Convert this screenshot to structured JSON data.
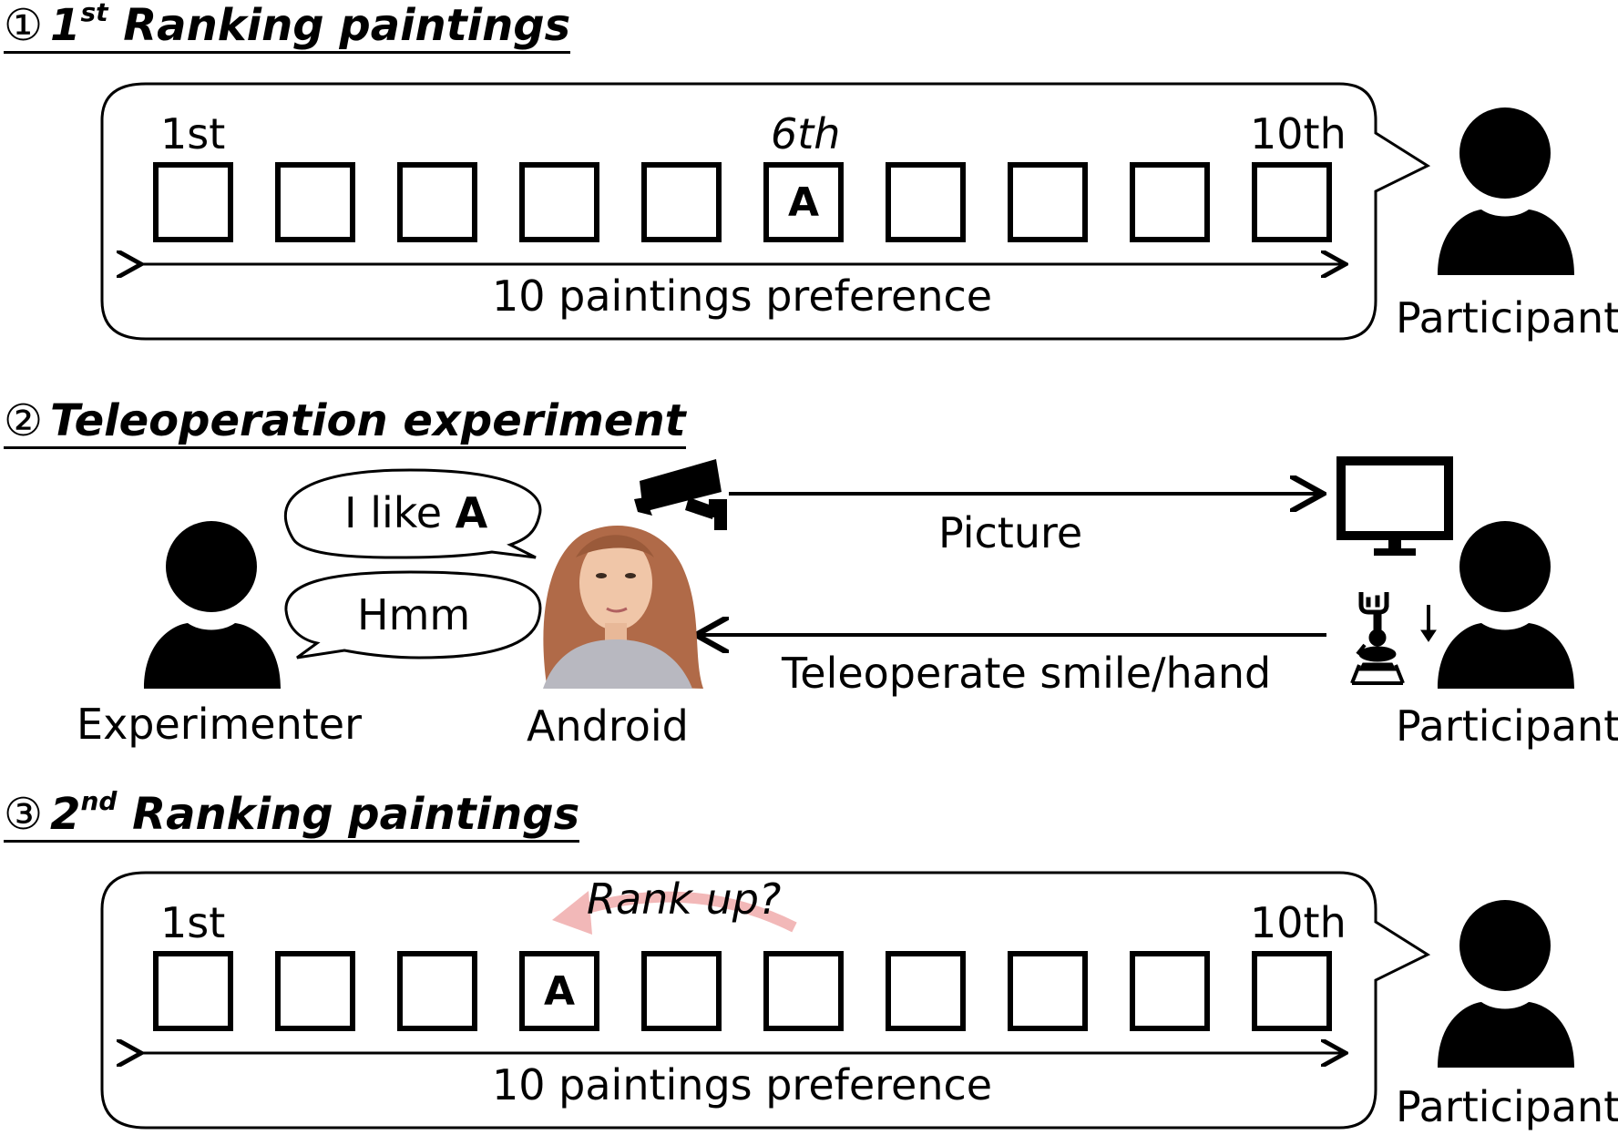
{
  "section1": {
    "number": "①",
    "title_pre": "1",
    "title_sup": "st",
    "title_post": " Ranking paintings",
    "rank_first": "1st",
    "rank_mid": "6th",
    "rank_last": "10th",
    "box_letter": "A",
    "axis_label": "10 paintings preference",
    "participant": "Participant"
  },
  "section2": {
    "number": "②",
    "title": "Teleoperation experiment",
    "bubble1_pre": "I like ",
    "bubble1_bold": "A",
    "bubble2": "Hmm",
    "experimenter": "Experimenter",
    "android": "Android",
    "picture": "Picture",
    "teleoperate": "Teleoperate smile/hand",
    "participant": "Participant"
  },
  "section3": {
    "number": "③",
    "title_pre": "2",
    "title_sup": "nd",
    "title_post": " Ranking paintings",
    "rank_first": "1st",
    "rank_last": "10th",
    "rank_up": "Rank up?",
    "box_letter": "A",
    "axis_label": "10 paintings preference",
    "participant": "Participant"
  },
  "colors": {
    "ink": "#000000",
    "rank_up_arrow": "#f2b8b8",
    "android_hair": "#b06a48",
    "android_skin": "#f0c6a8"
  }
}
